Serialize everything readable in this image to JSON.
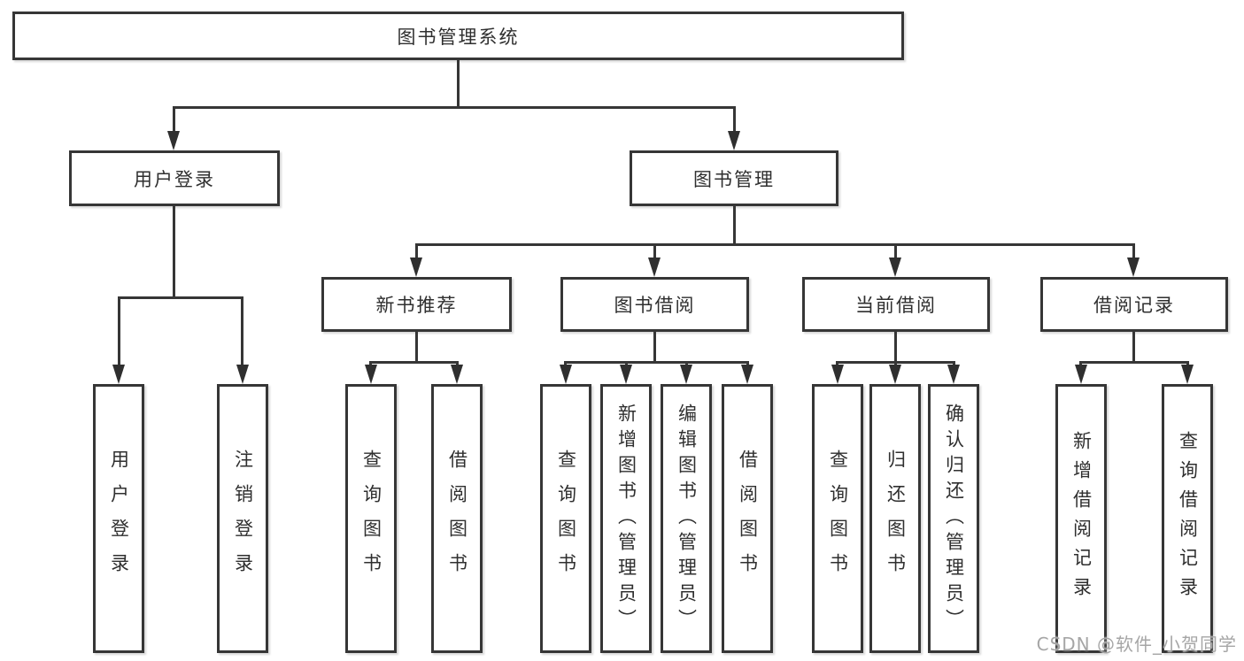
{
  "tree": {
    "root": {
      "label": "图书管理系统"
    },
    "branches": [
      {
        "label": "用户登录",
        "children": [
          {
            "label": "用户登录"
          },
          {
            "label": "注销登录"
          }
        ]
      },
      {
        "label": "图书管理",
        "children": [
          {
            "label": "新书推荐",
            "children": [
              {
                "label": "查询图书"
              },
              {
                "label": "借阅图书"
              }
            ]
          },
          {
            "label": "图书借阅",
            "children": [
              {
                "label": "查询图书"
              },
              {
                "label": "新增图书（管理员）"
              },
              {
                "label": "编辑图书（管理员）"
              },
              {
                "label": "借阅图书"
              }
            ]
          },
          {
            "label": "当前借阅",
            "children": [
              {
                "label": "查询图书"
              },
              {
                "label": "归还图书"
              },
              {
                "label": "确认归还（管理员）"
              }
            ]
          },
          {
            "label": "借阅记录",
            "children": [
              {
                "label": "新增借阅记录"
              },
              {
                "label": "查询借阅记录"
              }
            ]
          }
        ]
      }
    ]
  },
  "watermark": {
    "text": "CSDN @软件_小贺同学",
    "color": "#a6a6a6"
  },
  "colors": {
    "line": "#363636",
    "text": "#2f2f2f",
    "background": "#ffffff"
  }
}
